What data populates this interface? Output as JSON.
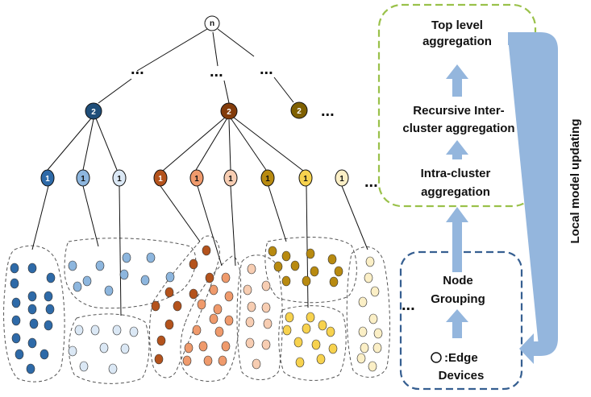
{
  "tree": {
    "root_label": "n",
    "level2_label": "2",
    "level1_label": "1",
    "ellipsis": "..."
  },
  "pipeline": {
    "top_level_line1": "Top level",
    "top_level_line2": "aggregation",
    "inter_line1": "Recursive Inter-",
    "inter_line2": "cluster aggregation",
    "intra_line1": "Intra-cluster",
    "intra_line2": "aggregation",
    "node_grouping_line1": "Node",
    "node_grouping_line2": "Grouping",
    "edge_line1": ":Edge",
    "edge_line2": "Devices",
    "local_update": "Local model updating"
  },
  "colors": {
    "dark_blue": "#2e6aa8",
    "light_blue": "#8db6de",
    "pale_blue": "#dbe8f5",
    "brown": "#b4531c",
    "orange": "#ef9a6c",
    "peach": "#f7cdb2",
    "olive": "#b88a10",
    "yellow": "#f7d24e",
    "cream": "#fbefc6",
    "green_box": "#9ac14a",
    "blue_box": "#365f91",
    "arrow": "#94b6dd"
  }
}
